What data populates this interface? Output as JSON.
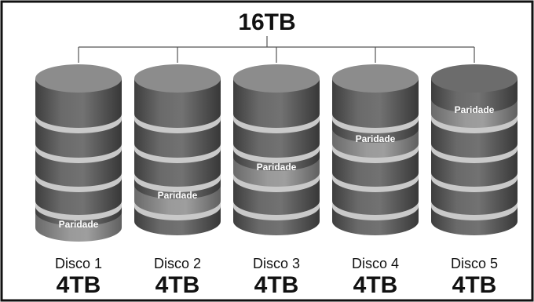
{
  "total_capacity": "16TB",
  "disks": [
    {
      "name": "Disco 1",
      "size": "4TB",
      "parity_label": "Paridade",
      "parity_slot": 4
    },
    {
      "name": "Disco 2",
      "size": "4TB",
      "parity_label": "Paridade",
      "parity_slot": 3
    },
    {
      "name": "Disco 3",
      "size": "4TB",
      "parity_label": "Paridade",
      "parity_slot": 2
    },
    {
      "name": "Disco 4",
      "size": "4TB",
      "parity_label": "Paridade",
      "parity_slot": 1
    },
    {
      "name": "Disco 5",
      "size": "4TB",
      "parity_label": "Paridade",
      "parity_slot": 0
    }
  ]
}
